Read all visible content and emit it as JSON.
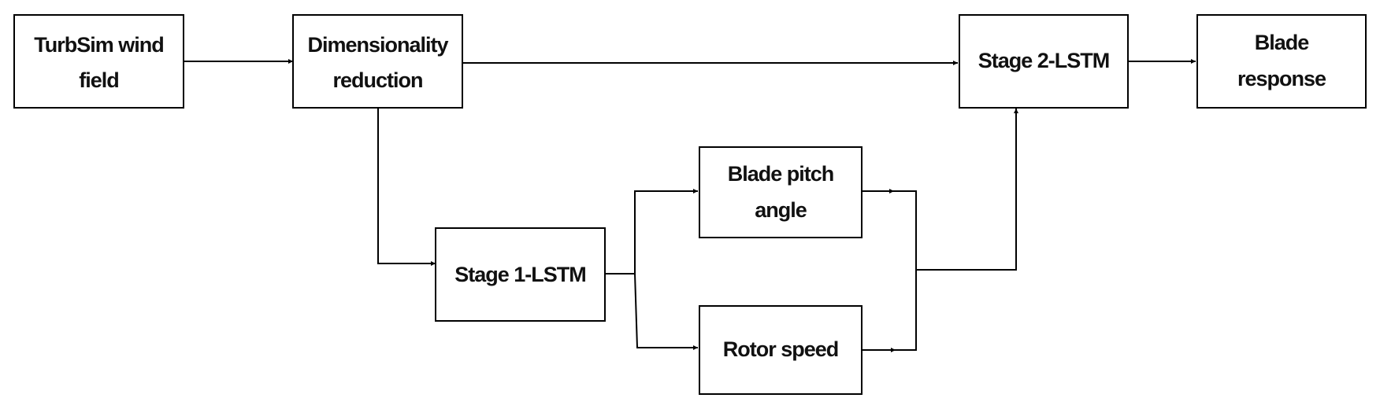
{
  "diagram": {
    "type": "flowchart",
    "nodes": [
      {
        "id": "turbsim",
        "lines": [
          "TurbSim wind",
          "field"
        ]
      },
      {
        "id": "dimred",
        "lines": [
          "Dimensionality",
          "reduction"
        ]
      },
      {
        "id": "stage1",
        "lines": [
          "Stage 1-LSTM"
        ]
      },
      {
        "id": "pitch",
        "lines": [
          "Blade pitch",
          "angle"
        ]
      },
      {
        "id": "rotor",
        "lines": [
          "Rotor speed"
        ]
      },
      {
        "id": "stage2",
        "lines": [
          "Stage 2-LSTM"
        ]
      },
      {
        "id": "response",
        "lines": [
          "Blade",
          "response"
        ]
      }
    ],
    "edges": [
      {
        "from": "turbsim",
        "to": "dimred"
      },
      {
        "from": "dimred",
        "to": "stage2"
      },
      {
        "from": "dimred",
        "to": "stage1"
      },
      {
        "from": "stage1",
        "to": "pitch"
      },
      {
        "from": "stage1",
        "to": "rotor"
      },
      {
        "from": "pitch",
        "to": "stage2"
      },
      {
        "from": "rotor",
        "to": "stage2"
      },
      {
        "from": "stage2",
        "to": "response"
      }
    ],
    "colors": {
      "stroke": "#000000",
      "fill": "#ffffff",
      "text": "#111111"
    }
  }
}
